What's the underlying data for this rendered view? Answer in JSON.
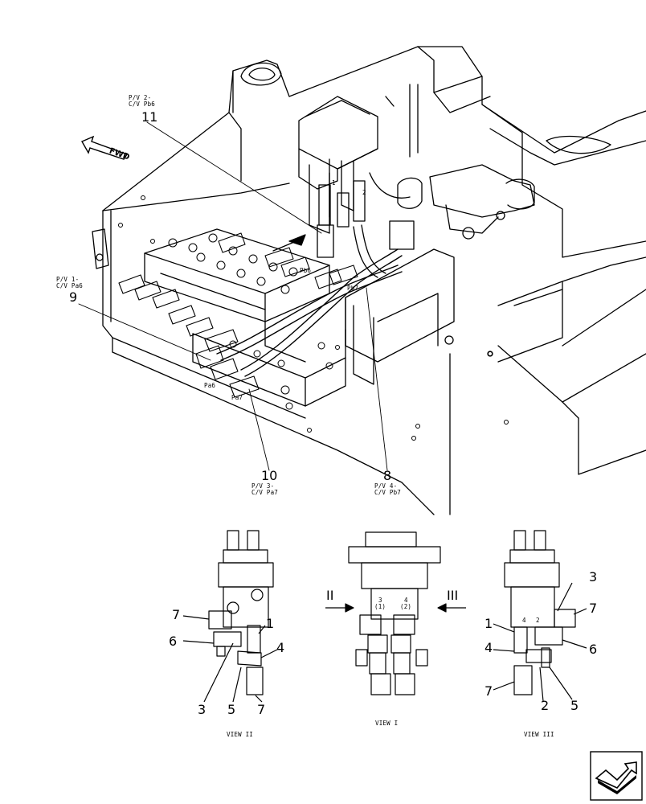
{
  "direction_label": "FWD",
  "callouts": {
    "c11": "11",
    "c9": "9",
    "c10": "10",
    "c8": "8",
    "t11a": "P/V 2-",
    "t11b": "C/V Pb6",
    "t9a": "P/V 1-",
    "t9b": "C/V Pa6",
    "t10a": "P/V 3-",
    "t10b": "C/V Pa7",
    "t8a": "P/V 4-",
    "t8b": "C/V Pb7",
    "pb6": "Pb6",
    "pb7": "Pb7",
    "pa6": "Pa6",
    "pa7": "Pa7",
    "small1": "1",
    "small2": "2"
  },
  "view_left": {
    "caption": "VIEW II",
    "n7a": "7",
    "n6": "6",
    "n1": "1",
    "n4": "4",
    "n3": "3",
    "n5": "5",
    "n7b": "7"
  },
  "view_center": {
    "caption": "VIEW I",
    "arrow_left": "II",
    "arrow_right": "III",
    "p3": "3",
    "p1": "(1)",
    "p4": "4",
    "p2": "(2)"
  },
  "view_right": {
    "caption": "VIEW III",
    "n3": "3",
    "n7a": "7",
    "n1": "1",
    "n6": "6",
    "n4": "4",
    "n7b": "7",
    "n2": "2",
    "n5": "5",
    "p4": "4",
    "p2": "2"
  },
  "icons": [
    "fwd-arrow-icon",
    "navigation-arrow-icon"
  ]
}
